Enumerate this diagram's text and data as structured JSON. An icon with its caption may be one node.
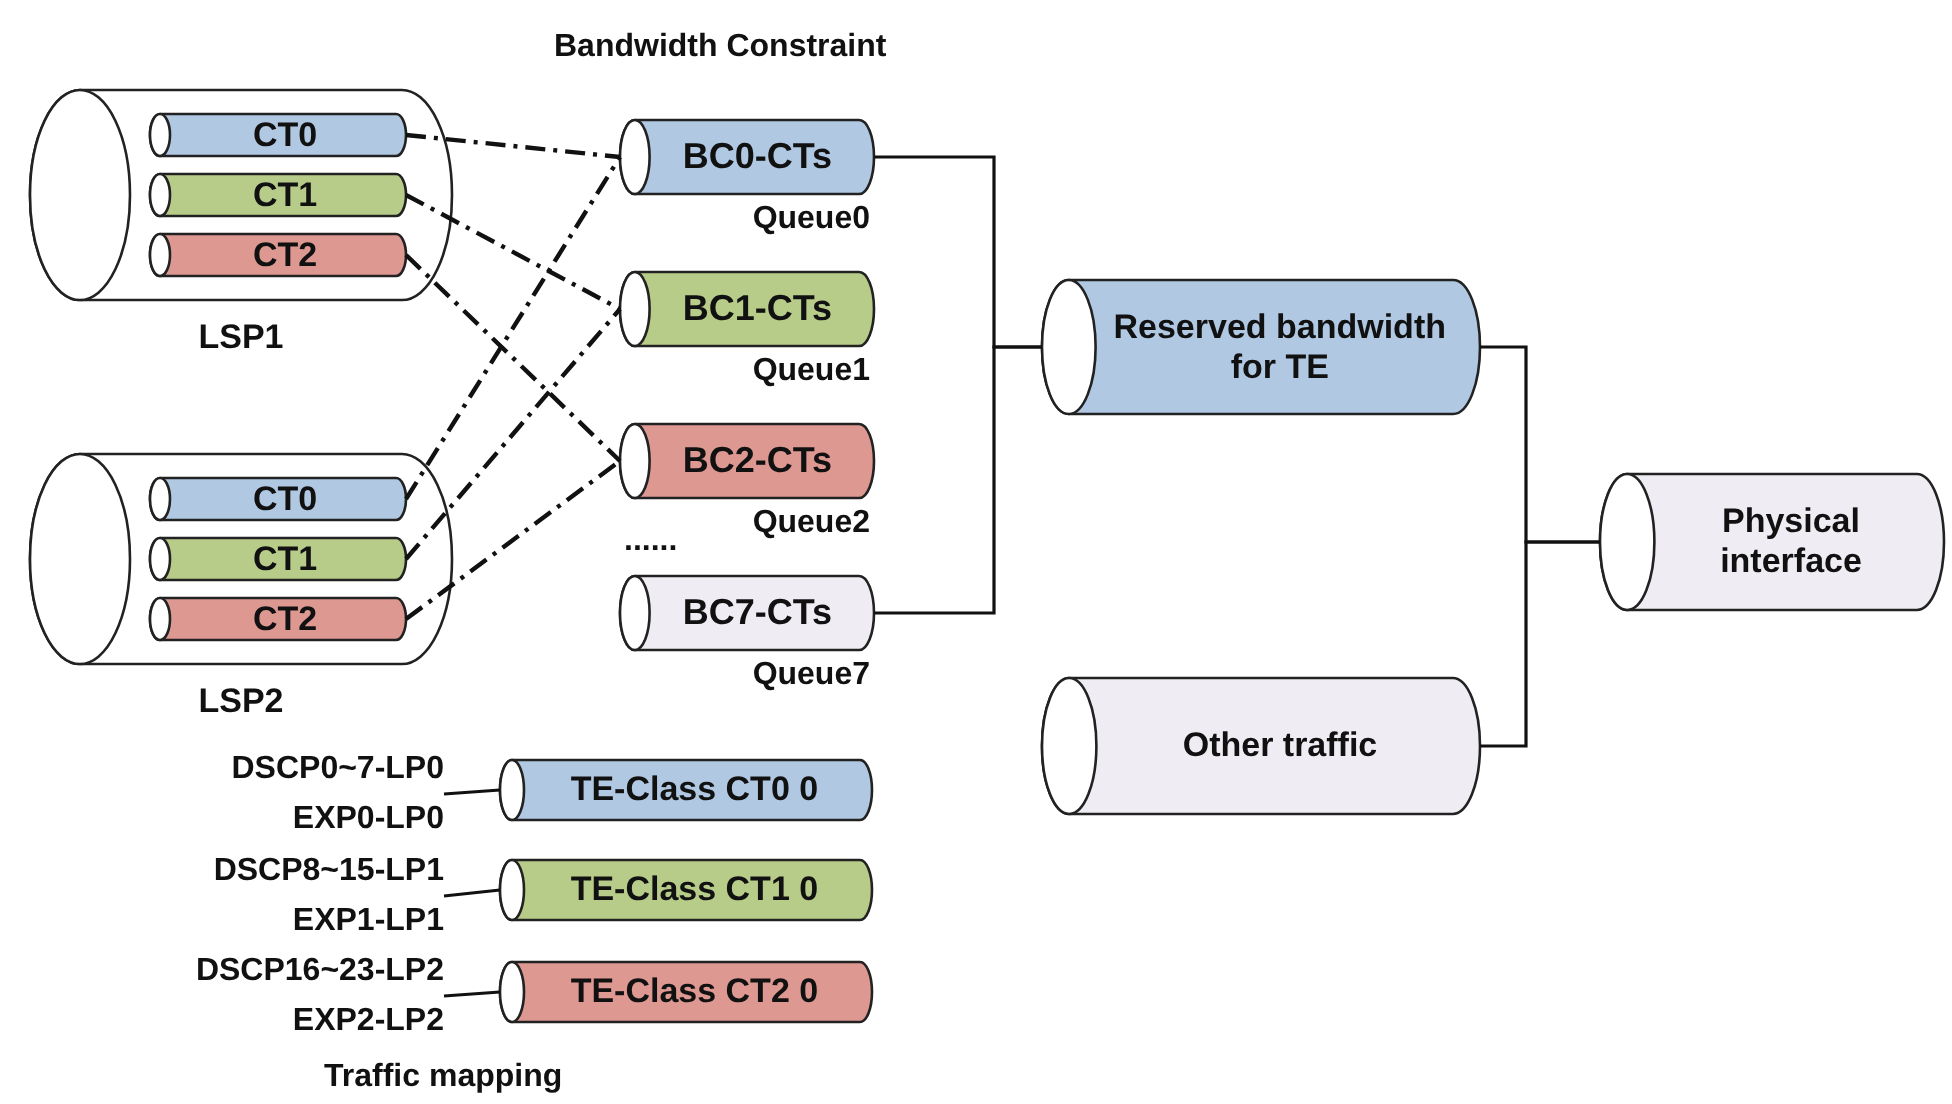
{
  "diagram": {
    "nodes": [
      {
        "text": [
          "LSP1"
        ]
      },
      {
        "text": [
          "CT0"
        ],
        "in": 0
      },
      {
        "text": [
          "CT1"
        ],
        "in": 0
      },
      {
        "text": [
          "CT2"
        ],
        "in": 0
      },
      {
        "text": [
          "LSP2"
        ]
      },
      {
        "text": [
          "CT0"
        ],
        "in": 4
      },
      {
        "text": [
          "CT1"
        ],
        "in": 4
      },
      {
        "text": [
          "CT2"
        ],
        "in": 4
      },
      {
        "text": [
          "BC0-CTs"
        ],
        "beside": [
          "Queue0"
        ]
      },
      {
        "text": [
          "BC1-CTs"
        ],
        "beside": [
          "Queue1"
        ]
      },
      {
        "text": [
          "BC2-CTs"
        ],
        "beside": [
          "Queue2"
        ]
      },
      {
        "text": [
          "BC7-CTs"
        ],
        "beside": [
          "Queue7"
        ]
      },
      {
        "text": [
          "Reserved bandwidth for TE"
        ]
      },
      {
        "text": [
          "Other traffic"
        ]
      },
      {
        "text": [
          "Physical interface"
        ]
      },
      {
        "text": [
          "DSCP0~7-LP0",
          "EXP0-LP0"
        ]
      },
      {
        "text": [
          "TE-Class CT0 0"
        ]
      },
      {
        "text": [
          "DSCP8~15-LP1",
          "EXP1-LP1"
        ]
      },
      {
        "text": [
          "TE-Class CT1 0"
        ]
      },
      {
        "text": [
          "DSCP16~23-LP2",
          "EXP2-LP2"
        ]
      },
      {
        "text": [
          "TE-Class CT2 0"
        ]
      }
    ],
    "edges": [
      {
        "from": 1,
        "to": 8,
        "arrow": "none",
        "style": "dashed"
      },
      {
        "from": 2,
        "to": 9,
        "arrow": "none",
        "style": "dashed"
      },
      {
        "from": 3,
        "to": 10,
        "arrow": "none",
        "style": "dashed"
      },
      {
        "from": 5,
        "to": 8,
        "arrow": "none",
        "style": "dashed"
      },
      {
        "from": 6,
        "to": 9,
        "arrow": "none",
        "style": "dashed"
      },
      {
        "from": 7,
        "to": 10,
        "arrow": "none",
        "style": "dashed"
      },
      {
        "from": 8,
        "to": 12,
        "arrow": "none"
      },
      {
        "from": 11,
        "to": 12,
        "arrow": "none"
      },
      {
        "from": 12,
        "to": 14,
        "arrow": "none"
      },
      {
        "from": 13,
        "to": 14,
        "arrow": "none"
      },
      {
        "from": 15,
        "to": 16,
        "arrow": "none"
      },
      {
        "from": 17,
        "to": 18,
        "arrow": "none"
      },
      {
        "from": 19,
        "to": 20,
        "arrow": "none"
      }
    ],
    "labels": [
      "Bandwidth Constraint",
      "......",
      "Traffic mapping"
    ]
  }
}
